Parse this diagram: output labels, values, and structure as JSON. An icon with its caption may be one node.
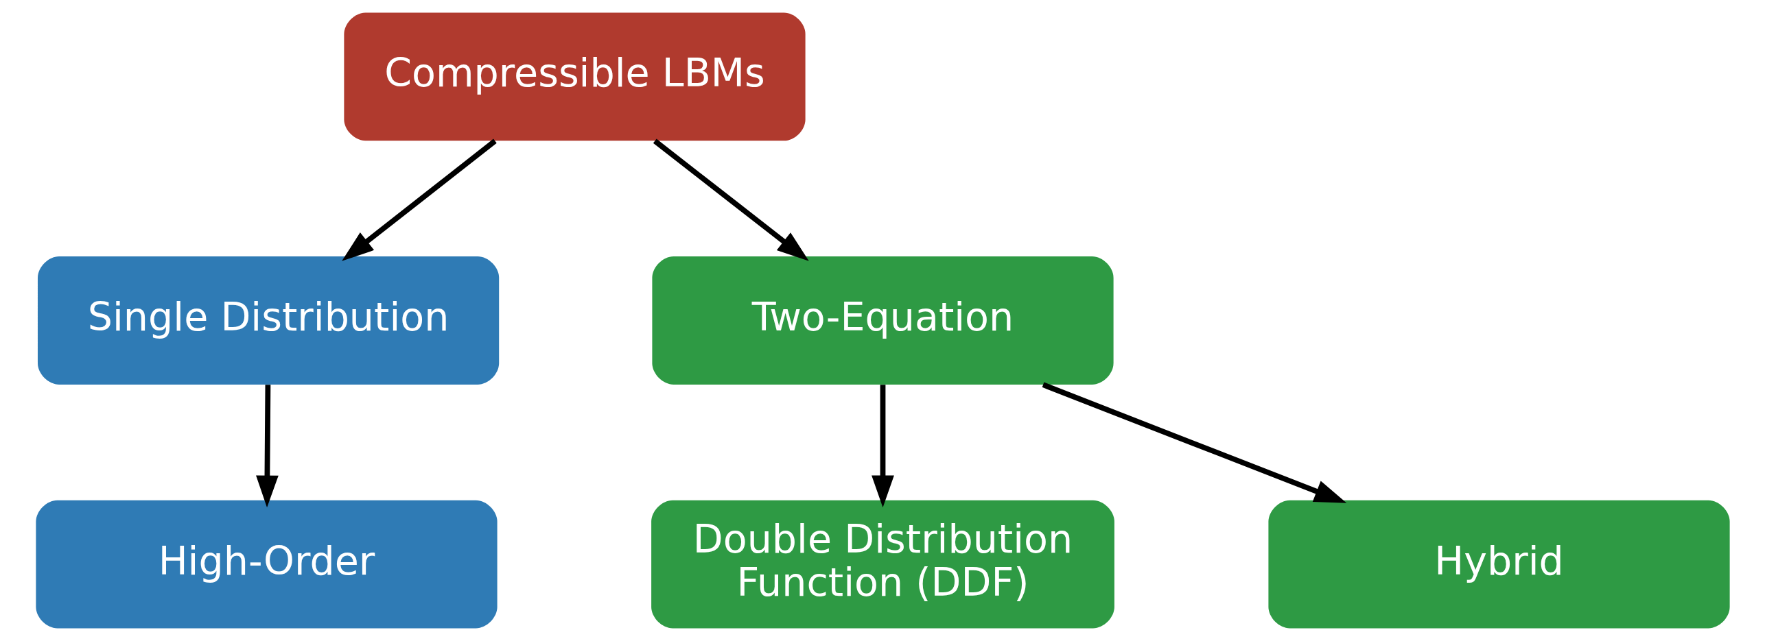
{
  "diagram": {
    "nodes": [
      {
        "text": [
          "Compressible LBMs"
        ]
      },
      {
        "text": [
          "Single Distribution"
        ]
      },
      {
        "text": [
          "Two-Equation"
        ]
      },
      {
        "text": [
          "High-Order"
        ]
      },
      {
        "text": [
          "Double Distribution Function (DDF)"
        ]
      },
      {
        "text": [
          "Hybrid"
        ]
      }
    ],
    "edges": [
      {
        "from": 0,
        "to": 1,
        "arrow": "to"
      },
      {
        "from": 0,
        "to": 2,
        "arrow": "to"
      },
      {
        "from": 1,
        "to": 3,
        "arrow": "to"
      },
      {
        "from": 2,
        "to": 4,
        "arrow": "to"
      },
      {
        "from": 2,
        "to": 5,
        "arrow": "to"
      }
    ]
  }
}
